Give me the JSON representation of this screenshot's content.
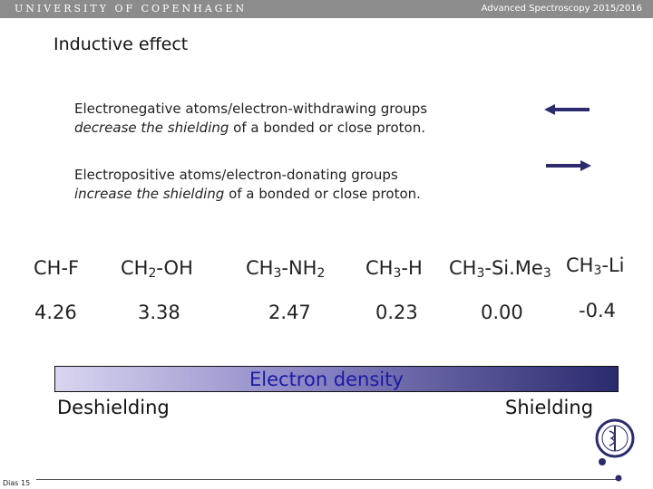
{
  "header": {
    "university": "UNIVERSITY OF COPENHAGEN",
    "course": "Advanced Spectroscopy 2015/2016"
  },
  "title": "Inductive effect",
  "bullets": [
    {
      "line1": "Electronegative atoms/electron-withdrawing groups",
      "line2_italic": "decrease the shielding",
      "line2_rest": " of a bonded or close proton.",
      "arrow_direction": "left"
    },
    {
      "line1": "Electropositive atoms/electron-donating groups",
      "line2_italic": "increase the shielding",
      "line2_rest": " of a bonded or close proton.",
      "arrow_direction": "right"
    }
  ],
  "compounds": [
    {
      "label": "CH-F",
      "value": "4.26"
    },
    {
      "label": "CH2-OH",
      "value": "3.38"
    },
    {
      "label": "CH3-NH2",
      "value": "2.47"
    },
    {
      "label": "CH3-H",
      "value": "0.23"
    },
    {
      "label": "CH3-SiMe3",
      "value": "0.00"
    },
    {
      "label": "CH3-Li",
      "value": "-0.4"
    }
  ],
  "formula_parts": {
    "ch2oh": {
      "a": "CH",
      "s1": "2",
      "b": "-OH"
    },
    "ch3nh2": {
      "a": "CH",
      "s1": "3",
      "b": "-NH",
      "s2": "2"
    },
    "ch3h": {
      "a": "CH",
      "s1": "3",
      "b": "-H"
    },
    "ch3sime3": {
      "a": "CH",
      "s1": "3",
      "b": "-Si.Me",
      "s2": "3"
    },
    "ch3li": {
      "a": "CH",
      "s1": "3",
      "b": "-Li"
    }
  },
  "scale": {
    "label": "Electron density",
    "left": "Deshielding",
    "right": "Shielding",
    "gradient_start": "#d9d5f0",
    "gradient_end": "#2a2a6e"
  },
  "footer": {
    "slide_number": "Dias 15"
  },
  "colors": {
    "header_bar": "#8c8c8c",
    "arrow": "#2b2b6e",
    "electron_density_text": "#1a1aa6"
  }
}
